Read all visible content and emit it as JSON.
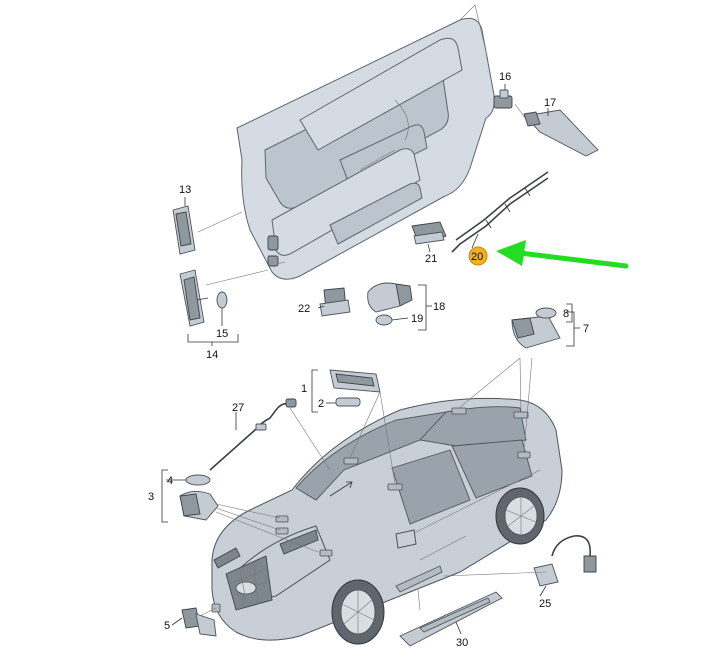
{
  "labels": {
    "p1": "1",
    "p2": "2",
    "p3": "3",
    "p4": "4",
    "p5": "5",
    "p7": "7",
    "p8": "8",
    "p13": "13",
    "p14": "14",
    "p15": "15",
    "p16": "16",
    "p17": "17",
    "p18": "18",
    "p19": "19",
    "p20": "20",
    "p21": "21",
    "p22": "22",
    "p25": "25",
    "p27": "27",
    "p30": "30"
  },
  "colors": {
    "highlight_badge": "#f2b021",
    "arrow": "#22dd22"
  }
}
